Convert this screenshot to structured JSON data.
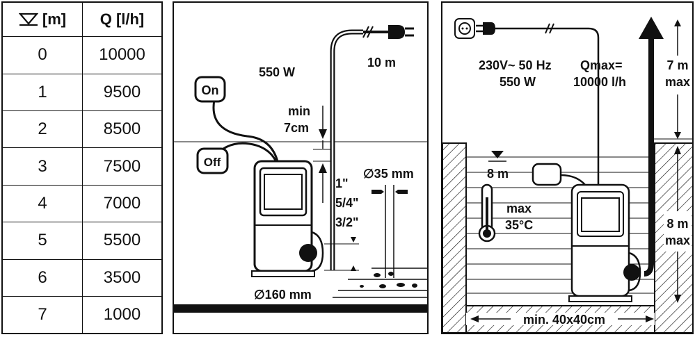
{
  "table": {
    "head_col1_unit": "[m]",
    "head_col2": "Q [l/h]",
    "rows": [
      {
        "height": "0",
        "flow": "10000"
      },
      {
        "height": "1",
        "flow": "9500"
      },
      {
        "height": "2",
        "flow": "8500"
      },
      {
        "height": "3",
        "flow": "7500"
      },
      {
        "height": "4",
        "flow": "7000"
      },
      {
        "height": "5",
        "flow": "5500"
      },
      {
        "height": "6",
        "flow": "3500"
      },
      {
        "height": "7",
        "flow": "1000"
      }
    ]
  },
  "install": {
    "power": "550 W",
    "cable_length": "10 m",
    "on_label": "On",
    "off_label": "Off",
    "min_label": "min",
    "min_value": "7cm",
    "hose_1": "1\"",
    "hose_2": "5/4\"",
    "hose_3": "3/2\"",
    "particle_size": "∅35 mm",
    "pump_diameter": "∅160 mm"
  },
  "well": {
    "voltage": "230V~ 50 Hz",
    "power": "550 W",
    "qmax_label": "Qmax=",
    "qmax_value": "10000 l/h",
    "head_value": "7 m",
    "head_max": "max",
    "depth_value": "8 m",
    "depth_max": "max",
    "immersion": "8 m",
    "temp_max": "max",
    "temp_value": "35°C",
    "shaft_size": "min. 40x40cm"
  }
}
